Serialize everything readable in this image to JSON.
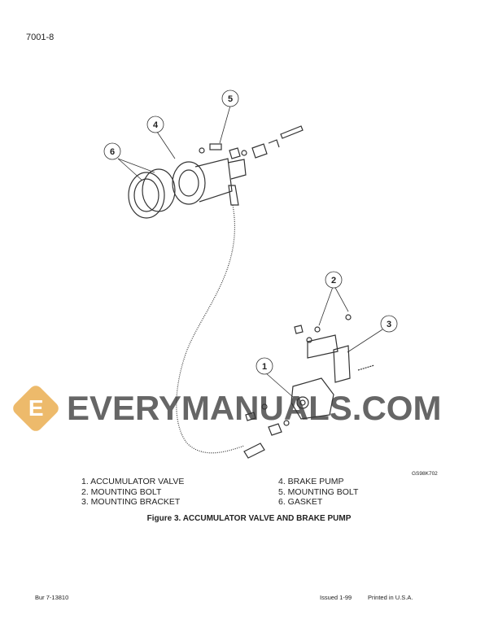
{
  "header": {
    "page_number": "7001-8"
  },
  "figure": {
    "callouts": [
      "1",
      "2",
      "3",
      "4",
      "5",
      "6"
    ],
    "code": "GS98K702",
    "legend_left": [
      "1.  ACCUMULATOR VALVE",
      "2.  MOUNTING BOLT",
      "3.  MOUNTING BRACKET"
    ],
    "legend_right": [
      "4.  BRAKE PUMP",
      "5.  MOUNTING BOLT",
      "6.  GASKET"
    ],
    "caption": "Figure 3. ACCUMULATOR VALVE AND BRAKE PUMP"
  },
  "watermark": {
    "text": "EVERYMANUALS.COM",
    "logo_letter": "E",
    "color": "#e8a33a"
  },
  "footer": {
    "doc": "Bur 7-13810",
    "issued": "Issued 1-99",
    "printed": "Printed in U.S.A."
  }
}
